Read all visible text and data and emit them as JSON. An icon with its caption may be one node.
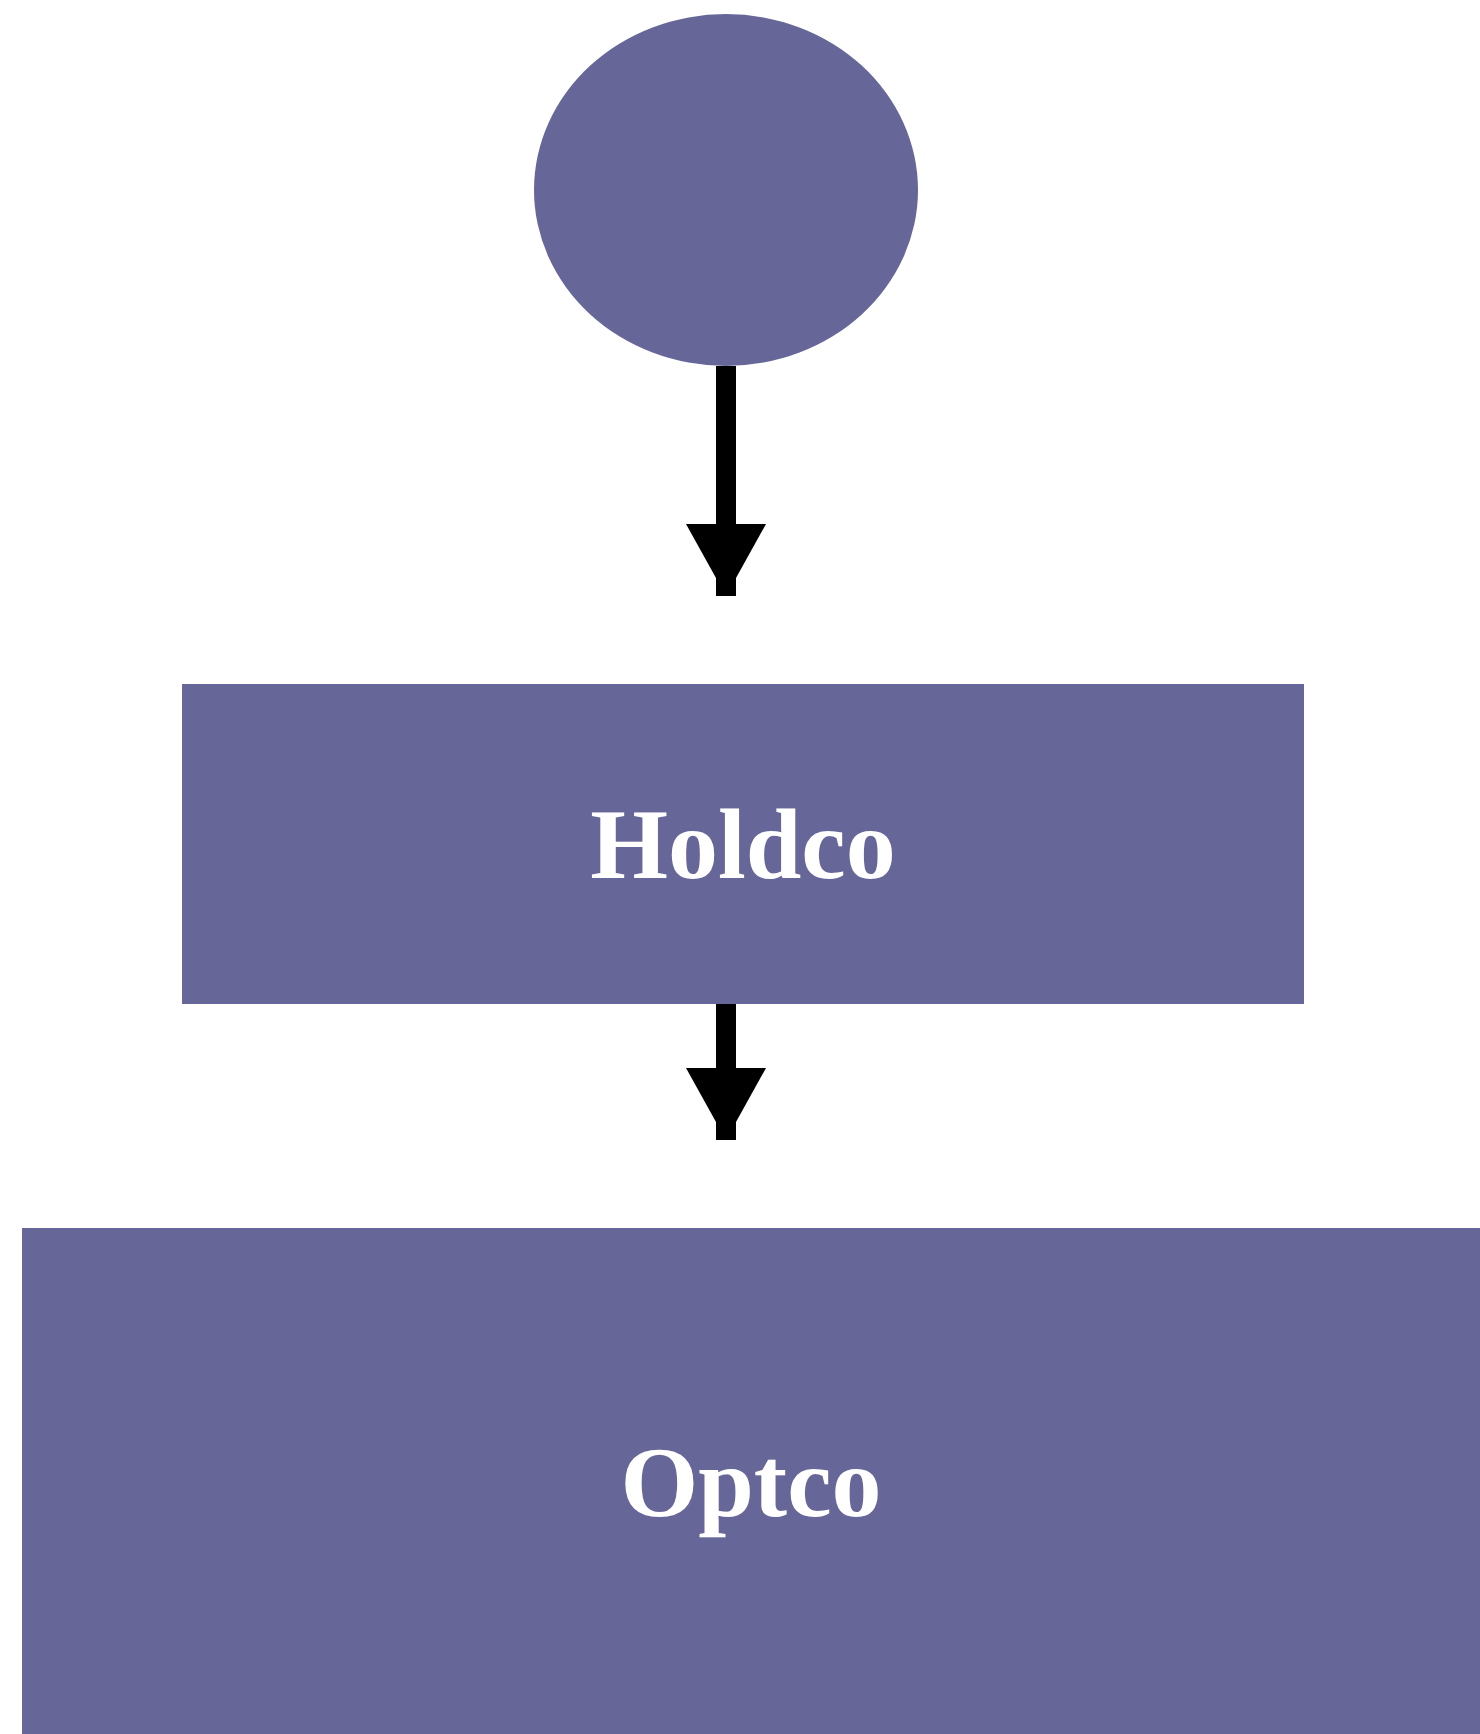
{
  "diagram": {
    "nodes": [
      {
        "text": [],
        "shape": "circle"
      },
      {
        "text": [
          "Holdco"
        ]
      },
      {
        "text": [
          "Optco"
        ]
      }
    ],
    "edges": [
      {
        "from": 0,
        "to": 1,
        "arrow": "to"
      },
      {
        "from": 1,
        "to": 2,
        "arrow": "to"
      }
    ]
  }
}
